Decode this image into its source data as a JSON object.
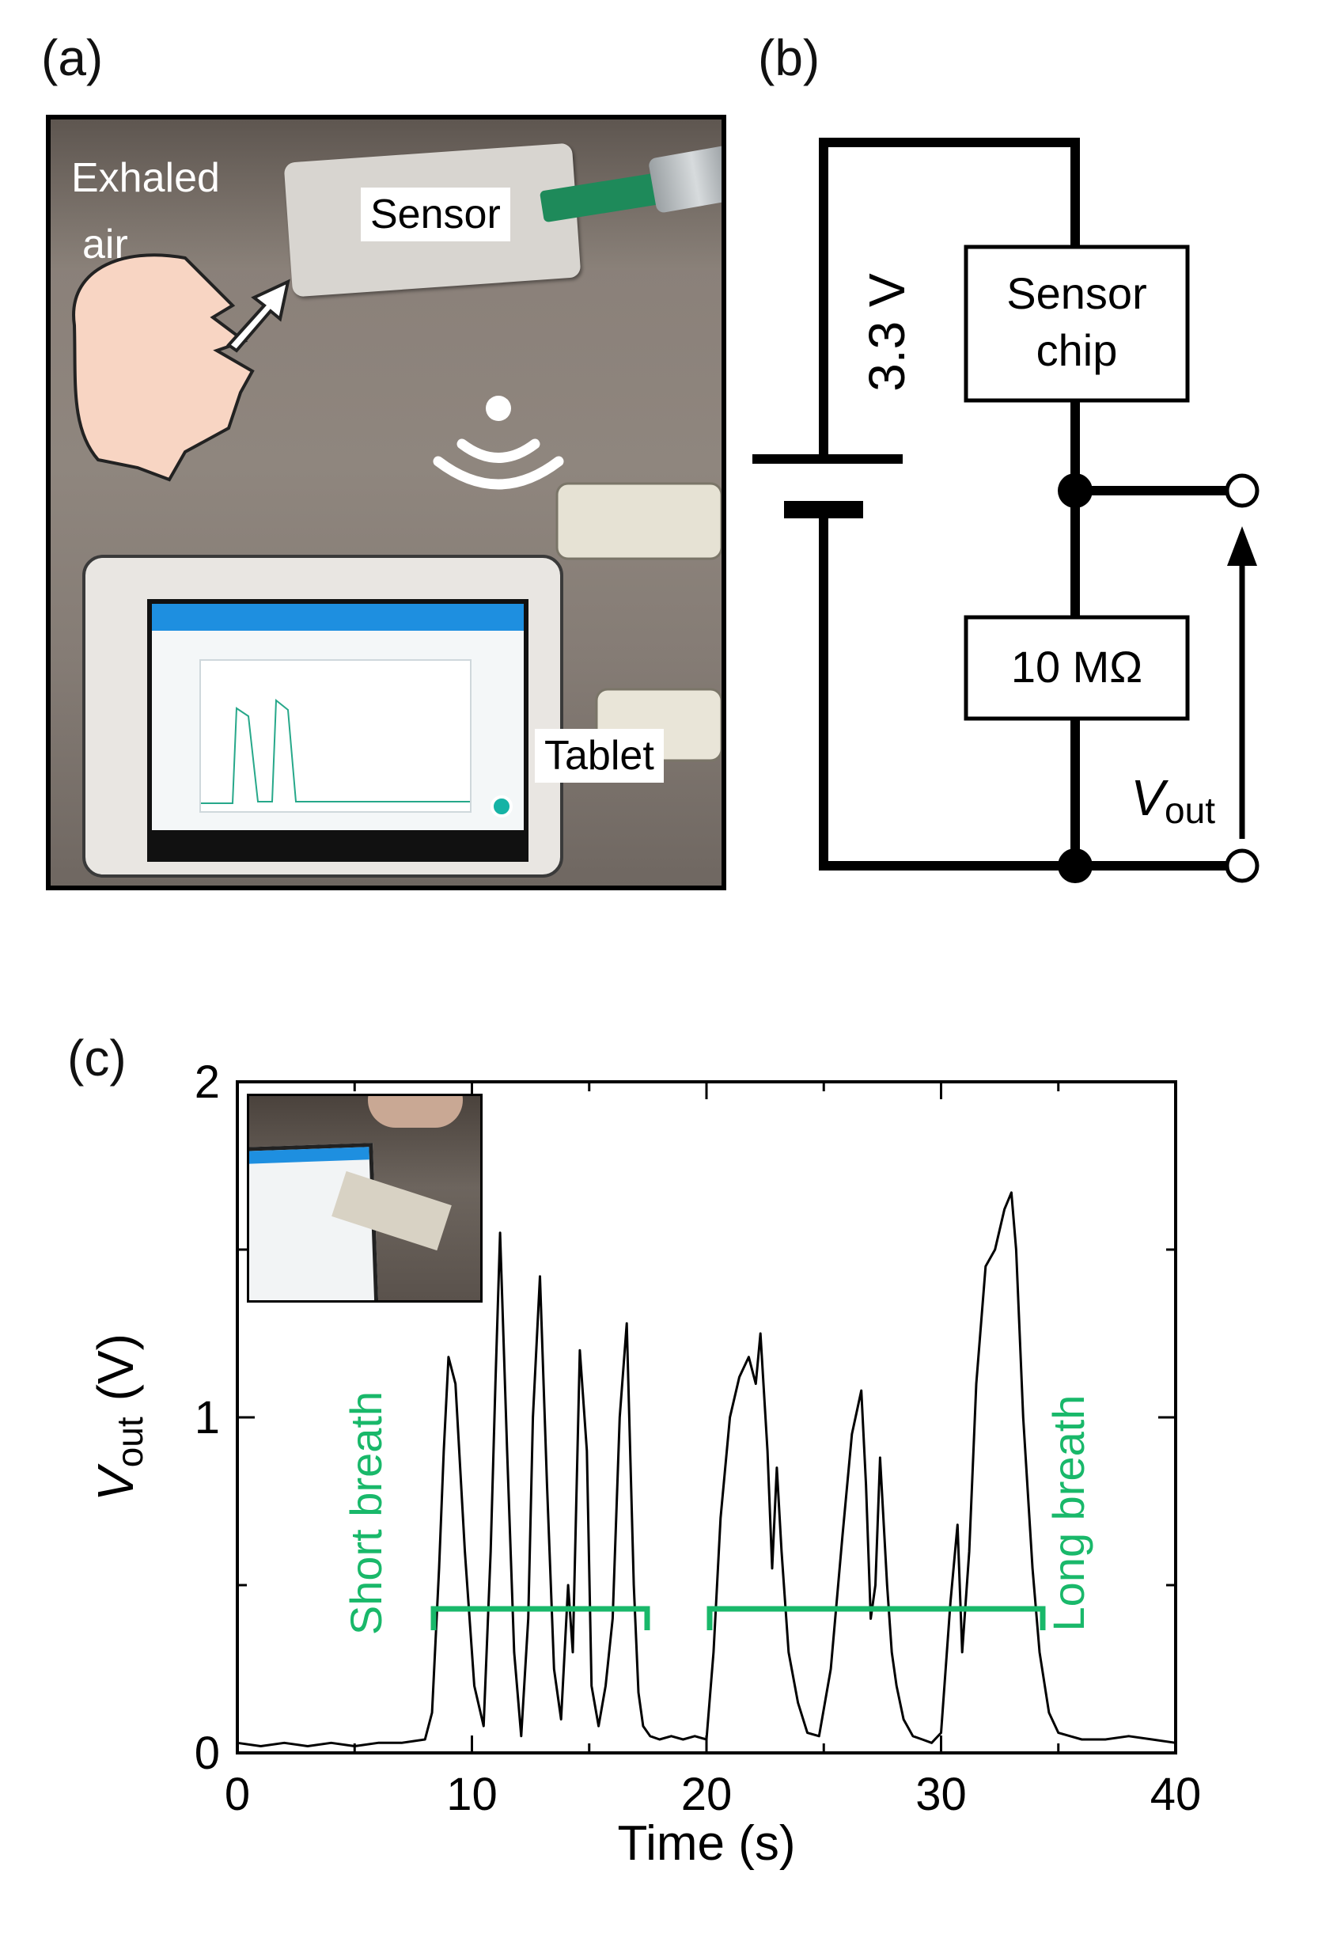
{
  "figure": {
    "panel_a": {
      "label": "(a)",
      "exhaled_line1": "Exhaled",
      "exhaled_line2": "air",
      "sensor_tag": "Sensor",
      "tablet_tag": "Tablet"
    },
    "panel_b": {
      "label": "(b)",
      "battery": "3.3 V",
      "sensor_line1": "Sensor",
      "sensor_line2": "chip",
      "resistor": "10 MΩ",
      "vout_main": "V",
      "vout_sub": "out"
    },
    "panel_c": {
      "label": "(c)",
      "short_breath": "Short breath",
      "long_breath": "Long breath"
    }
  },
  "colors": {
    "trace": "#000000",
    "bracket": "#19b86a",
    "face": "#f8d5c3"
  },
  "chart_data": {
    "type": "line",
    "xlabel": "Time (s)",
    "ylabel_main": "V",
    "ylabel_sub": "out",
    "ylabel_unit": "(V)",
    "xlim": [
      0,
      40
    ],
    "ylim": [
      0,
      2
    ],
    "xticks": [
      0,
      10,
      20,
      30,
      40
    ],
    "yticks": [
      0,
      1,
      2
    ],
    "grid": false,
    "series": [
      {
        "x": [
          0,
          1,
          2,
          3,
          4,
          5,
          6,
          7,
          8,
          8.3,
          8.6,
          8.8,
          9.0,
          9.3,
          9.7,
          10.1,
          10.5,
          10.8,
          11.0,
          11.2,
          11.5,
          11.8,
          12.1,
          12.4,
          12.6,
          12.9,
          13.2,
          13.5,
          13.8,
          14.1,
          14.3,
          14.6,
          14.9,
          15.1,
          15.4,
          15.7,
          16.0,
          16.3,
          16.6,
          16.9,
          17.1,
          17.3,
          17.6,
          18.0,
          18.5,
          19,
          19.5,
          20.0,
          20.3,
          20.6,
          21.0,
          21.4,
          21.8,
          22.1,
          22.3,
          22.6,
          22.8,
          23.0,
          23.2,
          23.5,
          23.9,
          24.3,
          24.8,
          25.3,
          25.8,
          26.2,
          26.6,
          26.8,
          27.0,
          27.2,
          27.4,
          27.7,
          27.9,
          28.1,
          28.4,
          28.8,
          29.2,
          29.6,
          30.0,
          30.4,
          30.7,
          30.9,
          31.2,
          31.5,
          31.9,
          32.3,
          32.7,
          33.0,
          33.2,
          33.5,
          33.9,
          34.2,
          34.6,
          35.0,
          35.5,
          36,
          37,
          38,
          39,
          40
        ],
        "y": [
          0.03,
          0.02,
          0.03,
          0.02,
          0.03,
          0.02,
          0.03,
          0.03,
          0.04,
          0.12,
          0.55,
          0.9,
          1.18,
          1.1,
          0.6,
          0.2,
          0.08,
          0.6,
          1.1,
          1.55,
          0.9,
          0.3,
          0.05,
          0.4,
          1.0,
          1.42,
          0.8,
          0.25,
          0.1,
          0.5,
          0.3,
          1.2,
          0.9,
          0.2,
          0.08,
          0.2,
          0.4,
          1.0,
          1.28,
          0.5,
          0.18,
          0.08,
          0.05,
          0.04,
          0.05,
          0.04,
          0.05,
          0.04,
          0.3,
          0.7,
          1.0,
          1.12,
          1.18,
          1.1,
          1.25,
          0.9,
          0.55,
          0.85,
          0.6,
          0.3,
          0.15,
          0.06,
          0.05,
          0.25,
          0.65,
          0.95,
          1.08,
          0.8,
          0.4,
          0.5,
          0.88,
          0.5,
          0.3,
          0.2,
          0.1,
          0.05,
          0.04,
          0.03,
          0.06,
          0.45,
          0.68,
          0.3,
          0.6,
          1.1,
          1.45,
          1.5,
          1.62,
          1.67,
          1.5,
          1.0,
          0.55,
          0.3,
          0.12,
          0.06,
          0.05,
          0.04,
          0.04,
          0.05,
          0.04,
          0.03
        ]
      }
    ]
  }
}
